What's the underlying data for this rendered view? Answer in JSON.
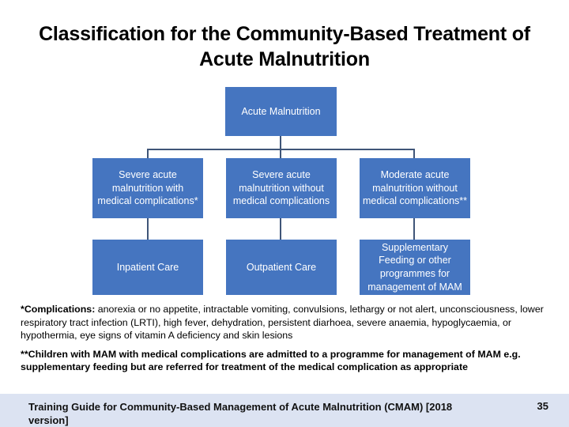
{
  "slide": {
    "title": "Classification for the Community-Based Treatment of Acute Malnutrition",
    "background_color": "#FFFFFF"
  },
  "diagram": {
    "type": "flowchart",
    "node_fill_color": "#4575C0",
    "node_text_color": "#FFFFFF",
    "connector_color": "#3F5578",
    "nodes": [
      {
        "id": "root",
        "label": "Acute Malnutrition",
        "tier": 1
      },
      {
        "id": "sam-with-complications",
        "label": "Severe acute malnutrition with medical complications*",
        "tier": 2
      },
      {
        "id": "sam-without-complications",
        "label": "Severe acute malnutrition without medical complications",
        "tier": 2
      },
      {
        "id": "mam-without-complications",
        "label": "Moderate acute malnutrition without medical complications**",
        "tier": 2
      },
      {
        "id": "inpatient-care",
        "label": "Inpatient Care",
        "tier": 3
      },
      {
        "id": "outpatient-care",
        "label": "Outpatient Care",
        "tier": 3
      },
      {
        "id": "supplementary-feeding",
        "label": "Supplementary Feeding or other programmes for management of MAM",
        "tier": 3
      }
    ],
    "edges": [
      {
        "from": "root",
        "to": "sam-with-complications"
      },
      {
        "from": "root",
        "to": "sam-without-complications"
      },
      {
        "from": "root",
        "to": "mam-without-complications"
      },
      {
        "from": "sam-with-complications",
        "to": "inpatient-care"
      },
      {
        "from": "sam-without-complications",
        "to": "outpatient-care"
      },
      {
        "from": "mam-without-complications",
        "to": "supplementary-feeding"
      }
    ]
  },
  "footnotes": [
    {
      "marker_lead": "*Complications:",
      "body": " anorexia or no appetite, intractable vomiting, convulsions, lethargy or not alert, unconsciousness, lower respiratory tract infection (LRTI), high fever, dehydration, persistent diarhoea, severe anaemia, hypoglycaemia, or hypothermia, eye signs of vitamin A deficiency and skin lesions"
    },
    {
      "marker_lead": "**Children with MAM with medical complications are admitted to a programme for management of MAM e.g. supplementary feeding but are referred for treatment of the medical complication as appropriate",
      "body": ""
    }
  ],
  "footer": {
    "text": "Training Guide for Community-Based Management of Acute Malnutrition (CMAM) [2018 version]",
    "page_number": "35",
    "band_color": "#DCE3F2"
  }
}
